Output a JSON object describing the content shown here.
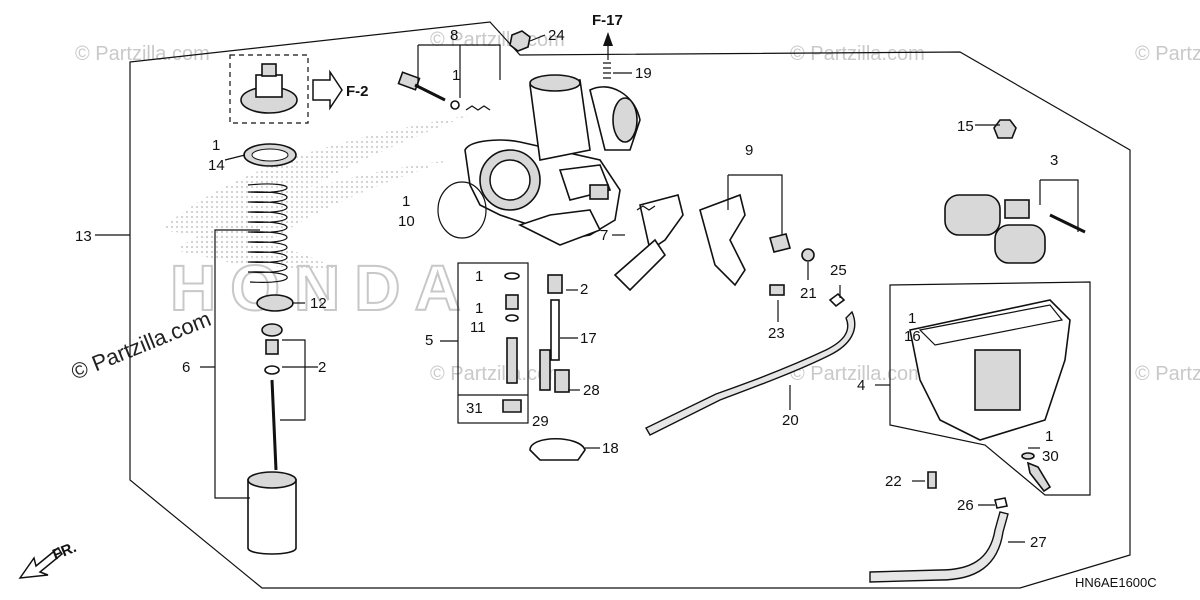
{
  "watermarks": [
    "© Partzilla.com",
    "© Partzilla.com",
    "© Partzilla.com",
    "© Partzilla.com",
    "© Partzilla.com",
    "© Partzilla.com",
    "© Partzilla.com",
    "© Partzilla.com"
  ],
  "brand_logo_text": "HONDA",
  "references": {
    "f17": "F-17",
    "f2": "F-2"
  },
  "direction_label": "FR.",
  "diagram_code": "HN6AE1600C",
  "callouts": {
    "c1a": "1",
    "c1b": "1",
    "c1c": "1",
    "c1d": "1",
    "c1e": "1",
    "c1f": "1",
    "c1g": "1",
    "c2a": "2",
    "c2b": "2",
    "c3": "3",
    "c4": "4",
    "c5": "5",
    "c6": "6",
    "c7": "7",
    "c8": "8",
    "c9": "9",
    "c10": "10",
    "c11": "11",
    "c12": "12",
    "c13": "13",
    "c14": "14",
    "c15": "15",
    "c16": "16",
    "c17": "17",
    "c18": "18",
    "c19": "19",
    "c20": "20",
    "c21": "21",
    "c22": "22",
    "c23": "23",
    "c24": "24",
    "c25": "25",
    "c26": "26",
    "c27": "27",
    "c28": "28",
    "c29": "29",
    "c30": "30",
    "c31": "31"
  }
}
